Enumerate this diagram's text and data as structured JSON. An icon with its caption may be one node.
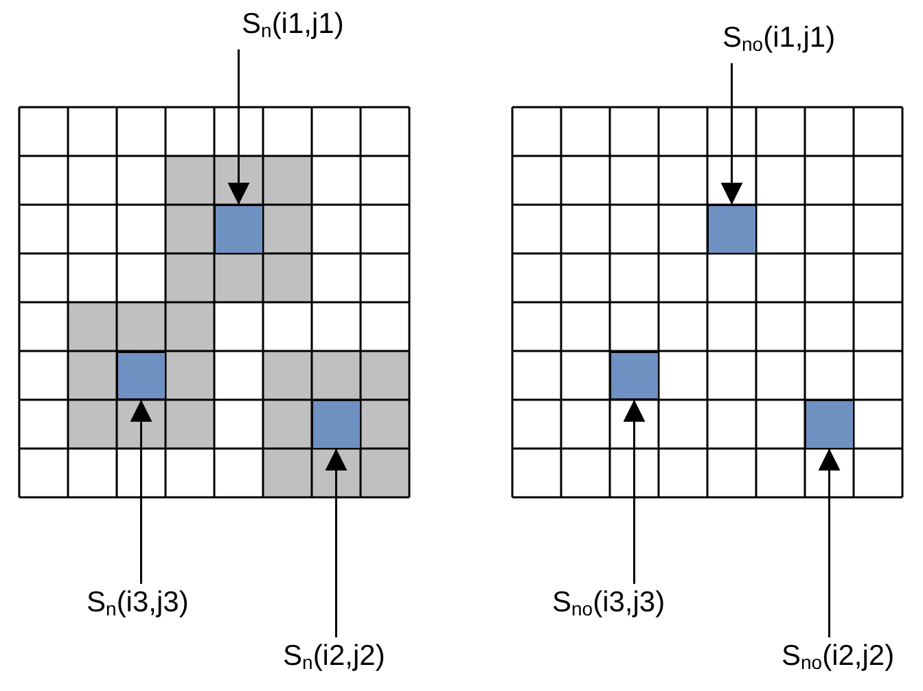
{
  "diagram": {
    "nodes": [
      {
        "text": [
          "S$_{n}$(i1,j1)"
        ]
      },
      {
        "text": [
          "S$_{no}$(i1,j1)"
        ]
      },
      {
        "text": [],
        "shape": "box"
      },
      {
        "text": [],
        "shape": "box"
      },
      {
        "text": [],
        "shape": "box"
      },
      {
        "text": [],
        "shape": "box"
      },
      {
        "text": [],
        "shape": "box"
      },
      {
        "text": [],
        "shape": "box"
      },
      {
        "text": [
          "S$_{n}$(i3,j3)"
        ]
      },
      {
        "text": [
          "S$_{no}$(i3,j3)"
        ]
      },
      {
        "text": [
          "S$_{n}$(i2,j2)"
        ]
      },
      {
        "text": [
          "S$_{no}$(i2,j2)"
        ]
      }
    ],
    "edges": [
      {
        "from": 0,
        "to": 2,
        "arrow": "to"
      },
      {
        "from": 1,
        "to": 3,
        "arrow": "to"
      },
      {
        "from": 8,
        "to": 4,
        "arrow": "to"
      },
      {
        "from": 10,
        "to": 6,
        "arrow": "to"
      },
      {
        "from": 9,
        "to": 5,
        "arrow": "to"
      },
      {
        "from": 11,
        "to": 7,
        "arrow": "to"
      }
    ]
  }
}
